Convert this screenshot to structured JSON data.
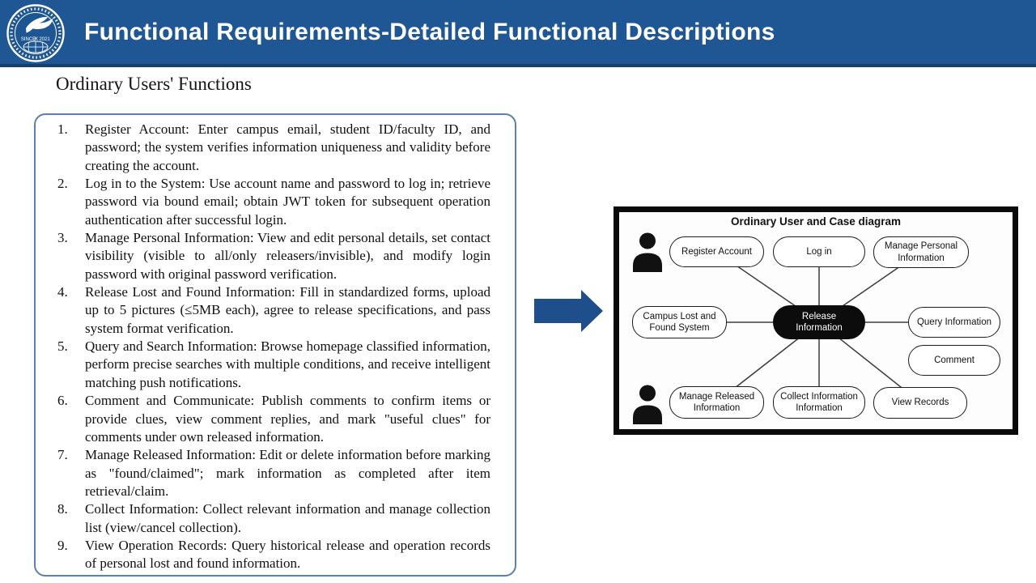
{
  "header": {
    "title": "Functional Requirements-Detailed Functional Descriptions",
    "logo": {
      "since": "SINCE",
      "year": "2021"
    }
  },
  "page": {
    "section_title": "Ordinary Users' Functions"
  },
  "functions_list": {
    "items": [
      {
        "num": "1.",
        "text": "Register Account: Enter campus email, student ID/faculty ID, and password; the system verifies information uniqueness and validity before creating the account."
      },
      {
        "num": "2.",
        "text": "Log in to the System: Use account name and password to log in; retrieve password via bound email; obtain JWT token for subsequent operation authentication after successful login."
      },
      {
        "num": "3.",
        "text": "Manage Personal Information: View and edit personal details, set contact visibility (visible to all/only releasers/invisible), and modify login password with original password verification."
      },
      {
        "num": "4.",
        "text": "Release Lost and Found Information: Fill in standardized forms, upload up to 5 pictures (≤5MB each), agree to release specifications, and pass system format verification."
      },
      {
        "num": "5.",
        "text": "Query and Search Information: Browse homepage classified information, perform precise searches with multiple conditions, and receive intelligent matching push notifications."
      },
      {
        "num": "6.",
        "text": "Comment and Communicate: Publish comments to confirm items or provide clues, view comment replies, and mark \"useful clues\" for comments under own released information."
      },
      {
        "num": "7.",
        "text": "Manage Released Information: Edit or delete information before marking as \"found/claimed\"; mark information as completed after item retrieval/claim."
      },
      {
        "num": "8.",
        "text": "Collect Information: Collect relevant information and manage collection list (view/cancel collection)."
      },
      {
        "num": "9.",
        "text": "View Operation Records: Query historical release and operation records of personal lost and found information."
      }
    ]
  },
  "diagram": {
    "title": "Ordinary User and Case diagram",
    "nodes": {
      "register": "Register Account",
      "login": "Log in",
      "manage_personal": "Manage Personal\nInformation",
      "campus": "Campus Lost and\nFound System",
      "release": "Release\nInformation",
      "query": "Query Information",
      "comment": "Comment",
      "manage_released": "Manage Released\nInformation",
      "collect": "Collect Information\nInformation",
      "view_records": "View Records"
    }
  },
  "colors": {
    "header_bg": "#1F5795",
    "header_border": "#17406F",
    "arrow": "#1F4E8C",
    "list_box_border": "#5B81A8",
    "diagram_border": "#0a0a0a",
    "center_node_bg": "#0c0c0c"
  }
}
